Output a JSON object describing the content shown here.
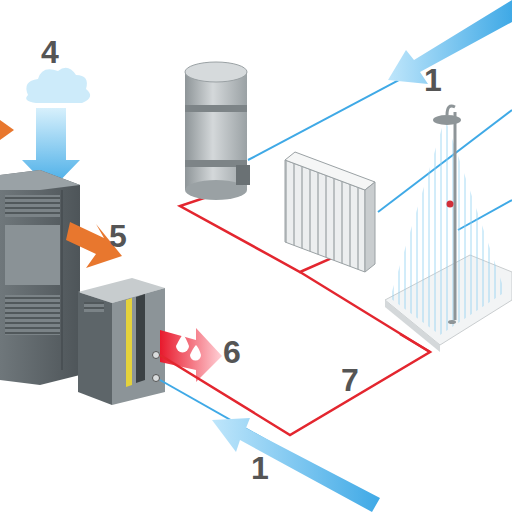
{
  "diagram": {
    "labels": [
      "4",
      "1",
      "5",
      "6",
      "7",
      "1"
    ]
  }
}
